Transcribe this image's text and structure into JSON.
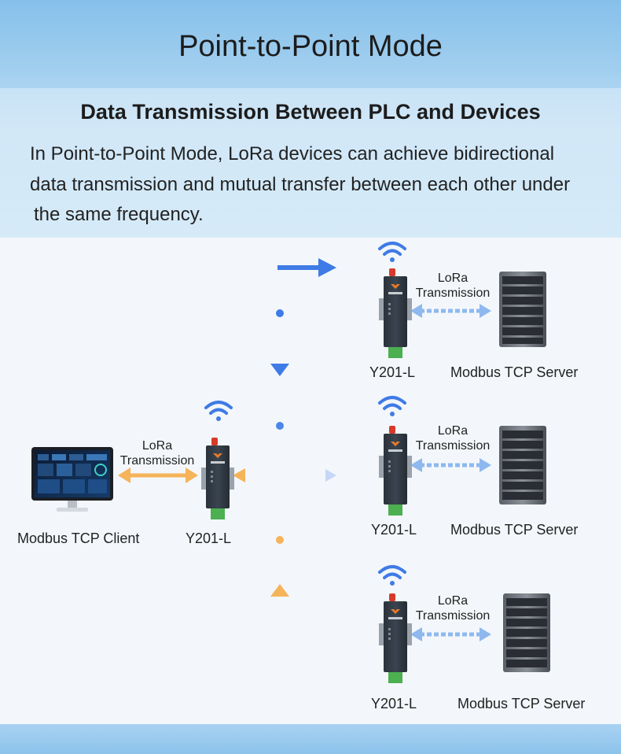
{
  "header": {
    "title": "Point-to-Point Mode",
    "subtitle": "Data Transmission Between PLC and Devices",
    "description_lines": [
      "In Point-to-Point Mode, LoRa devices can achieve bidirectional",
      "data transmission and mutual transfer between each other under",
      "the same frequency."
    ]
  },
  "client": {
    "device_label": "Modbus TCP Client",
    "gateway_label": "Y201-L",
    "link_label_1": "LoRa",
    "link_label_2": "Transmission"
  },
  "nodes": [
    {
      "gateway_label": "Y201-L",
      "server_label": "Modbus TCP Server",
      "link_label_1": "LoRa",
      "link_label_2": "Transmission"
    },
    {
      "gateway_label": "Y201-L",
      "server_label": "Modbus TCP Server",
      "link_label_1": "LoRa",
      "link_label_2": "Transmission"
    },
    {
      "gateway_label": "Y201-L",
      "server_label": "Modbus TCP Server",
      "link_label_1": "LoRa",
      "link_label_2": "Transmission"
    }
  ],
  "colors": {
    "blue_flow": "#3f7be6",
    "orange_flow": "#f5b35a",
    "light_link": "#8fb8ef",
    "device_body": "#2f3842",
    "antenna": "#d83a2a",
    "terminal": "#4caf50"
  }
}
